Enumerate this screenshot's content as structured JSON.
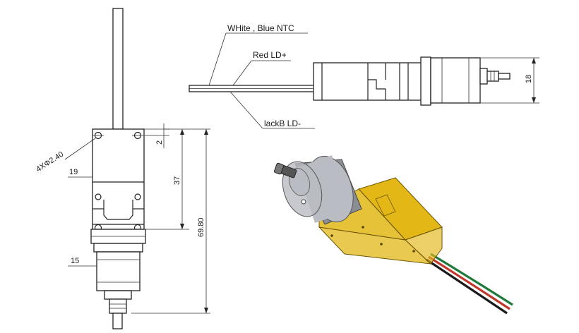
{
  "front_view": {
    "dim_hole": "4XΦ2.40",
    "dim_width": "19",
    "dim_top_offset": "2",
    "dim_height": "37",
    "dim_total": "69.80",
    "dim_lower_width": "15"
  },
  "side_view": {
    "label_ntc": "WHite , Blue NTC",
    "label_ld_plus": "Red LD+",
    "label_ld_minus": "lackB LD-",
    "dim_height": "18"
  },
  "render": {
    "housing_color": "#e2b716",
    "can_color": "#b9bcc2",
    "wire_colors": [
      "#1f7a3a",
      "#c0392b",
      "#1a1a1a"
    ]
  }
}
